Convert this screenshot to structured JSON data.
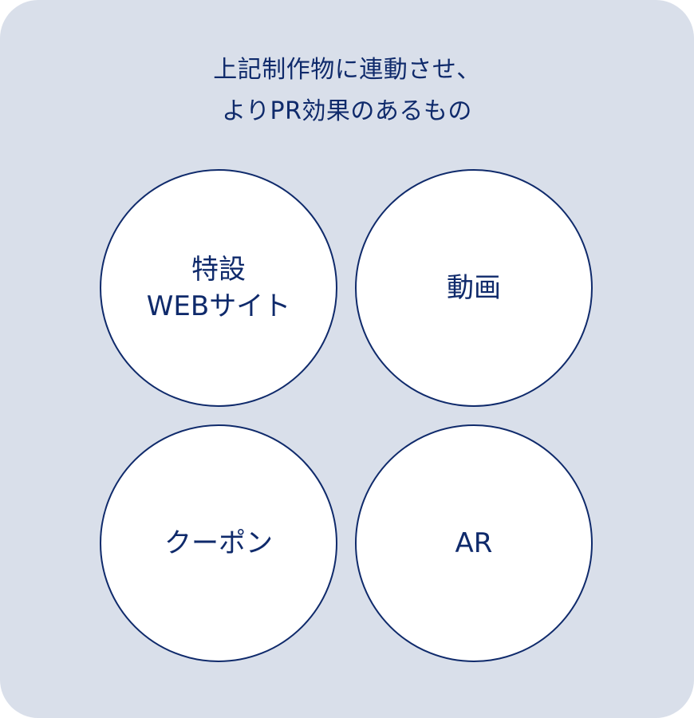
{
  "heading": {
    "line1": "上記制作物に連動させ、",
    "line2": "よりPR効果のあるもの"
  },
  "items": [
    {
      "line1": "特設",
      "line2": "WEBサイト"
    },
    {
      "line1": "動画"
    },
    {
      "line1": "クーポン"
    },
    {
      "line1": "AR"
    }
  ],
  "colors": {
    "panel_background": "#d9dfea",
    "accent": "#0f2a6b",
    "circle_fill": "#ffffff"
  }
}
